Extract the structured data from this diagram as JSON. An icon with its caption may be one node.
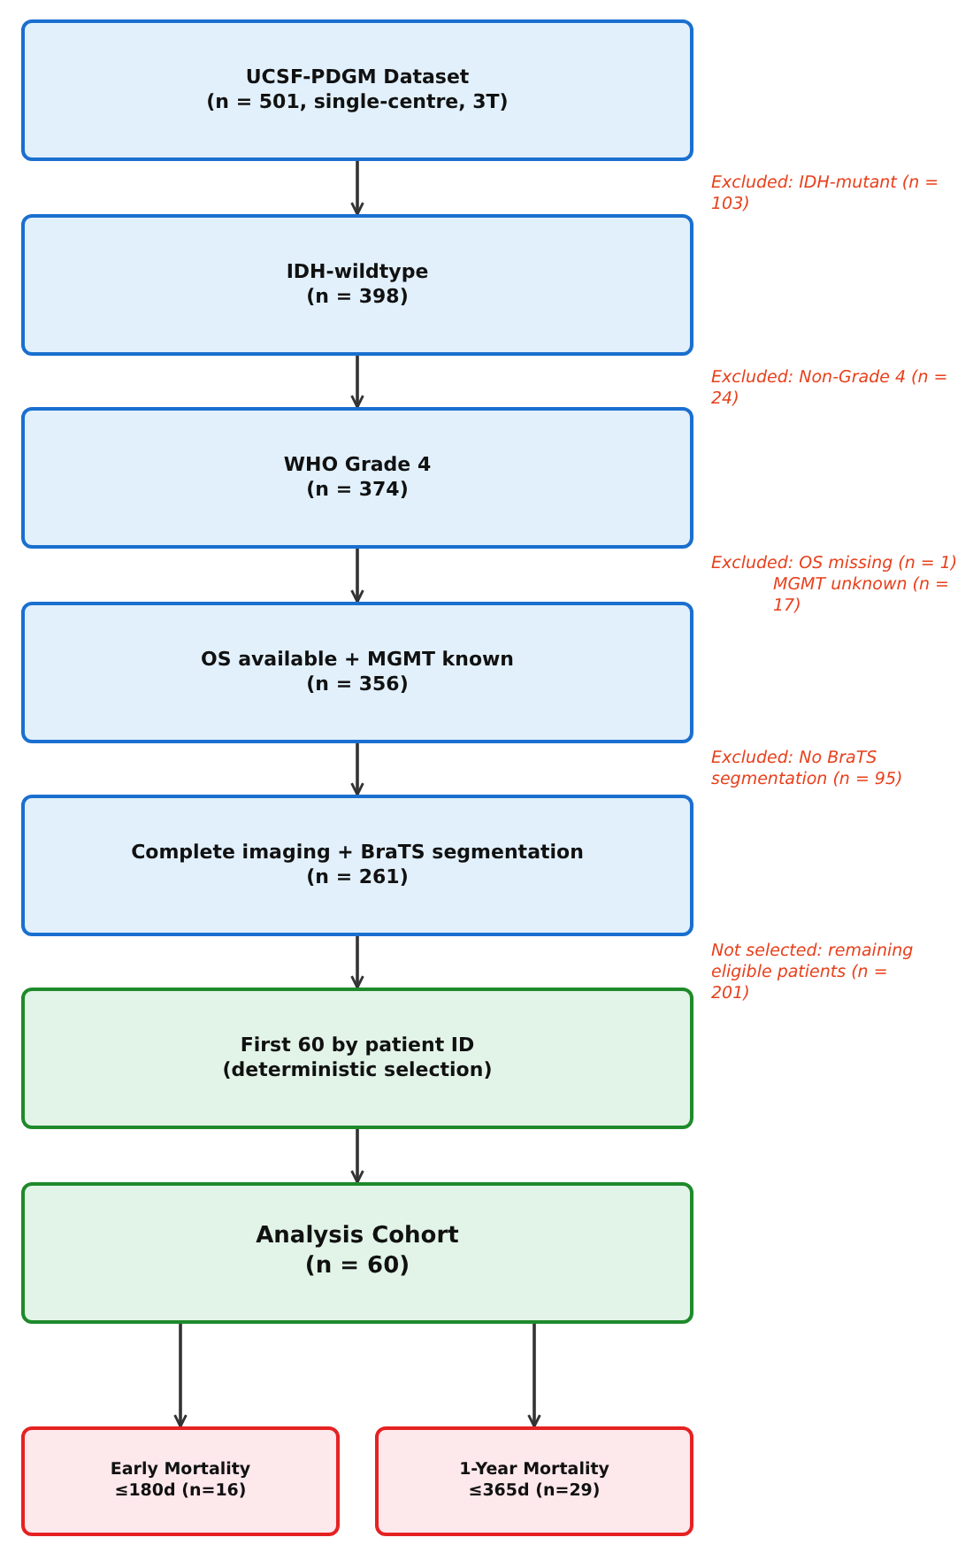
{
  "diagram": {
    "nodes": [
      {
        "text": [
          "UCSF-PDGM Dataset",
          "(n = 501, single-centre, 3T)"
        ]
      },
      {
        "text": [
          "IDH-wildtype",
          "(n = 398)"
        ]
      },
      {
        "text": [
          "WHO Grade 4",
          "(n = 374)"
        ]
      },
      {
        "text": [
          "OS available + MGMT known",
          "(n = 356)"
        ]
      },
      {
        "text": [
          "Complete imaging + BraTS segmentation",
          "(n = 261)"
        ]
      },
      {
        "text": [
          "First 60 by patient ID",
          "(deterministic selection)"
        ]
      },
      {
        "text": [
          "Analysis Cohort",
          "(n = 60)"
        ]
      },
      {
        "text": [
          "Early Mortality",
          "≤180d (n=16)"
        ]
      },
      {
        "text": [
          "1-Year Mortality",
          "≤365d (n=29)"
        ]
      }
    ],
    "edges": [
      {
        "from": 0,
        "to": 1,
        "arrow": "to"
      },
      {
        "from": 1,
        "to": 2,
        "arrow": "to"
      },
      {
        "from": 2,
        "to": 3,
        "arrow": "to"
      },
      {
        "from": 3,
        "to": 4,
        "arrow": "to"
      },
      {
        "from": 4,
        "to": 5,
        "arrow": "to"
      },
      {
        "from": 5,
        "to": 6,
        "arrow": "to"
      },
      {
        "from": 6,
        "to": 7,
        "arrow": "to"
      },
      {
        "from": 6,
        "to": 8,
        "arrow": "to"
      }
    ],
    "labels": [
      "Excluded: IDH-mutant (n = 103)",
      "Excluded: Non-Grade 4 (n = 24)",
      "Excluded: OS missing (n = 1)",
      "MGMT unknown (n = 17)",
      "Excluded: No BraTS segmentation (n = 95)",
      "Not selected: remaining eligible patients (n = 201)"
    ]
  }
}
